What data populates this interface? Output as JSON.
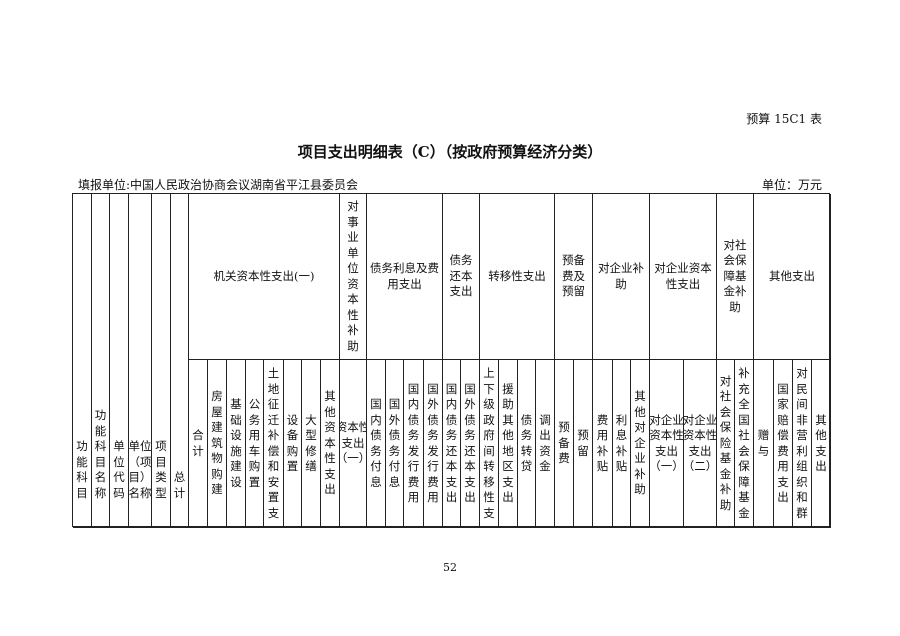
{
  "form_no": "预算 15C1 表",
  "title": "项目支出明细表（C）（按政府预算经济分类）",
  "reporting_unit": "填报单位:中国人民政治协商会议湖南省平江县委员会",
  "unit": "单位：万元",
  "page_number": "52",
  "columns": [
    {
      "label": "功能科目"
    },
    {
      "label": "功能科目名称"
    },
    {
      "label": "单位代码"
    },
    {
      "label": "单位（项目）名称"
    },
    {
      "label": "项目类型"
    },
    {
      "label": "总计"
    },
    {
      "label": "机关资本性支出(一)",
      "sub": [
        "合计",
        "房屋建筑物购建",
        "基础设施建设",
        "公务用车购置",
        "土地征迁补偿和安置支",
        "设备购置",
        "大型修缮",
        "其他资本性支出"
      ]
    },
    {
      "label": "对事业单位资本性补助",
      "sub": [
        "资本性支出（一）"
      ]
    },
    {
      "label": "债务利息及费用支出",
      "sub": [
        "国内债务付息",
        "国外债务付息",
        "国内债务发行费用",
        "国外债务发行费用"
      ]
    },
    {
      "label": "债务还本支出",
      "sub": [
        "国内债务还本支出",
        "国外债务还本支出"
      ]
    },
    {
      "label": "转移性支出",
      "sub": [
        "上下级政府间转移性支",
        "援助其他地区支出",
        "债务转贷",
        "调出资金"
      ]
    },
    {
      "label": "预备费及预留",
      "sub": [
        "预备费",
        "预留"
      ]
    },
    {
      "label": "对企业补助",
      "sub": [
        "费用补贴",
        "利息补贴",
        "其他对企业补助"
      ]
    },
    {
      "label": "对企业资本性支出",
      "sub": [
        "对企业资本性支出（一）",
        "对企业资本性支出（二）"
      ]
    },
    {
      "label": "对社会保障基金补助",
      "sub": [
        "对社会保险基金补助",
        "补充全国社会保障基金"
      ]
    },
    {
      "label": "其他支出",
      "sub": [
        "赠与",
        "国家赔偿费用支出",
        "对民间非营利组织和群",
        "其他支出"
      ]
    }
  ]
}
